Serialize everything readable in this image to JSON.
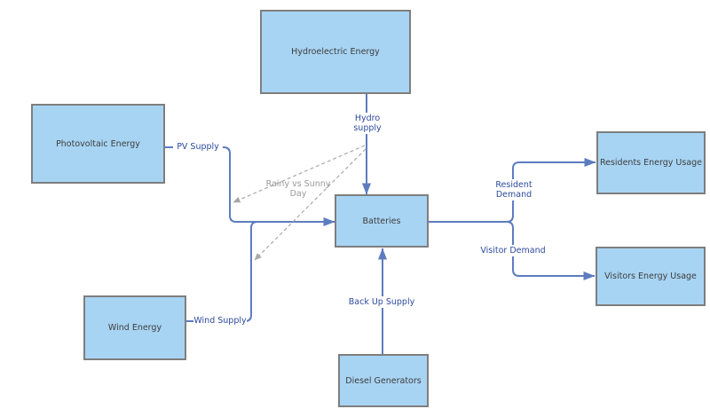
{
  "diagram": {
    "type": "energy-flow-flowchart",
    "background": "#ffffff"
  },
  "colors": {
    "node_fill": "#a8d4f3",
    "node_border": "#7e7e7e",
    "connector": "#5d7cc0",
    "dashed_connector": "#a8a8a8",
    "edge_label_text": "#2d4a9f",
    "note_text": "#999999",
    "node_text": "#3d3d3d"
  },
  "nodes": {
    "hydroelectric": {
      "label": "Hydroelectric Energy"
    },
    "photovoltaic": {
      "label": "Photovoltaic Energy"
    },
    "wind": {
      "label": "Wind Energy"
    },
    "batteries": {
      "label": "Batteries"
    },
    "diesel": {
      "label": "Diesel Generators"
    },
    "residents": {
      "label": "Residents Energy Usage"
    },
    "visitors": {
      "label": "Visitors Energy Usage"
    }
  },
  "edges": {
    "hydro_supply": {
      "label": "Hydro supply",
      "from": "Hydroelectric Energy",
      "to": "Batteries",
      "style": "solid"
    },
    "pv_supply": {
      "label": "PV Supply",
      "from": "Photovoltaic Energy",
      "to": "Batteries",
      "style": "solid"
    },
    "wind_supply": {
      "label": "Wind Supply",
      "from": "Wind Energy",
      "to": "Batteries",
      "style": "solid"
    },
    "backup_supply": {
      "label": "Back Up Supply",
      "from": "Diesel Generators",
      "to": "Batteries",
      "style": "solid"
    },
    "resident_demand": {
      "label": "Resident Demand",
      "from": "Batteries",
      "to": "Residents Energy Usage",
      "style": "solid"
    },
    "visitor_demand": {
      "label": "Visitor Demand",
      "from": "Batteries",
      "to": "Visitors Energy Usage",
      "style": "solid"
    },
    "rainy_vs_sunny": {
      "label": "Rainy vs Sunny Day",
      "from": "Hydro supply line",
      "to": "PV / Wind supply lines",
      "style": "dashed"
    }
  }
}
